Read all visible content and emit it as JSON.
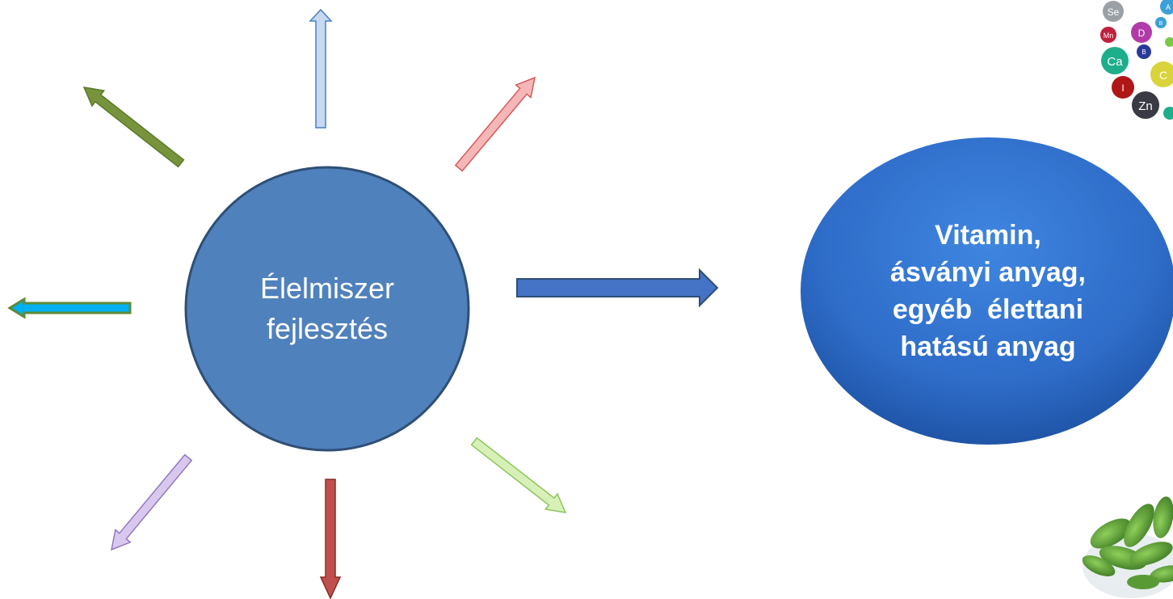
{
  "diagram": {
    "center_node": {
      "lines": [
        "Élelmiszer",
        "fejlesztés"
      ],
      "fill": "#4f81bd",
      "stroke": "#2f4f75"
    },
    "result_node": {
      "lines": [
        "Vitamin,",
        "ásványi anyag,",
        "egyéb  élettani",
        "hatású anyag"
      ],
      "fill": "#2e6cc8"
    },
    "connector": {
      "color": "#4472c4",
      "stroke": "#2f4f75"
    },
    "radiating_arrows": [
      {
        "name": "up",
        "fill": "#c6d9f1",
        "stroke": "#4a7ec0"
      },
      {
        "name": "up-right",
        "fill": "#f5b7b7",
        "stroke": "#d85a5a"
      },
      {
        "name": "down-right",
        "fill": "#d7f0b8",
        "stroke": "#8cc55a"
      },
      {
        "name": "down",
        "fill": "#c0504d",
        "stroke": "#8b2a27"
      },
      {
        "name": "down-left",
        "fill": "#d9c8ee",
        "stroke": "#9478c2"
      },
      {
        "name": "left",
        "fill": "#00b0f0",
        "stroke": "#5f8a3a"
      },
      {
        "name": "up-left",
        "fill": "#77933c",
        "stroke": "#5a7a2a"
      }
    ]
  },
  "decorations": [
    {
      "kind": "vitamin-mineral-balls",
      "labels": [
        "Se",
        "Mn",
        "D",
        "B",
        "Ca",
        "B",
        "C",
        "I",
        "Zn",
        "A"
      ]
    },
    {
      "kind": "herb-plant"
    }
  ]
}
